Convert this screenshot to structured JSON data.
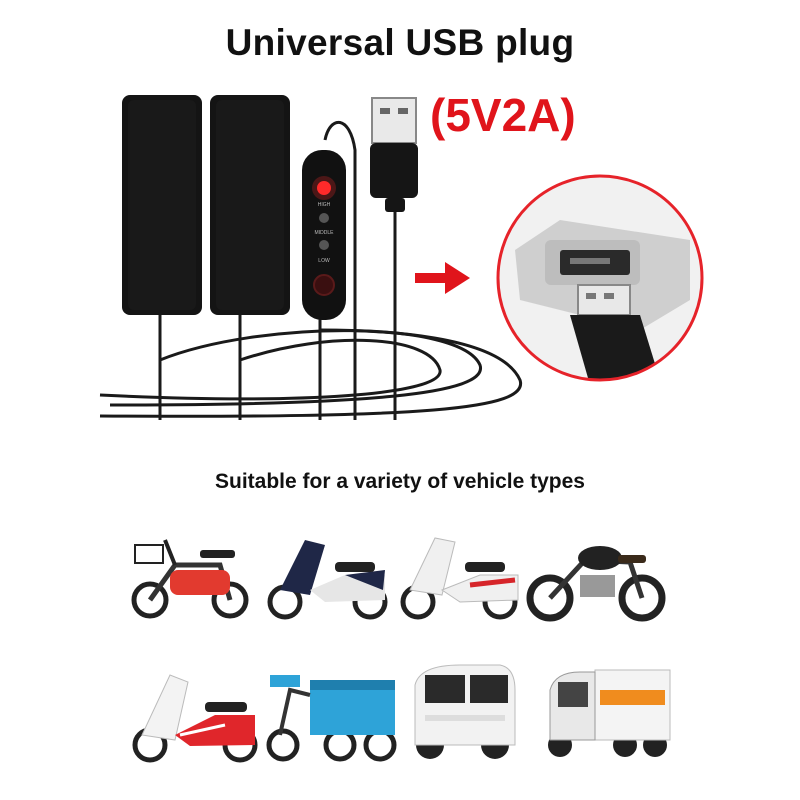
{
  "header": {
    "title": "Universal USB plug",
    "spec": "(5V2A)"
  },
  "controller": {
    "labels": [
      "HIGH",
      "MIDDLE",
      "LOW"
    ]
  },
  "section": {
    "subtitle": "Suitable for a variety of vehicle types"
  },
  "vehicles": [
    {
      "name": "electric-bike",
      "color": "#e23a2f"
    },
    {
      "name": "scooter-navy",
      "color": "#1f2747"
    },
    {
      "name": "scooter-white",
      "color": "#d6252a"
    },
    {
      "name": "cafe-racer",
      "color": "#222222"
    },
    {
      "name": "sport-scooter",
      "color": "#e0262b"
    },
    {
      "name": "cargo-tricycle",
      "color": "#2ea3d8"
    },
    {
      "name": "micro-car",
      "color": "#f2f2f2"
    },
    {
      "name": "cargo-van-tricycle",
      "color": "#f08c1e"
    }
  ],
  "colors": {
    "accent_red": "#e0141b",
    "pad": "#141414",
    "circle_border": "#e6232a"
  }
}
